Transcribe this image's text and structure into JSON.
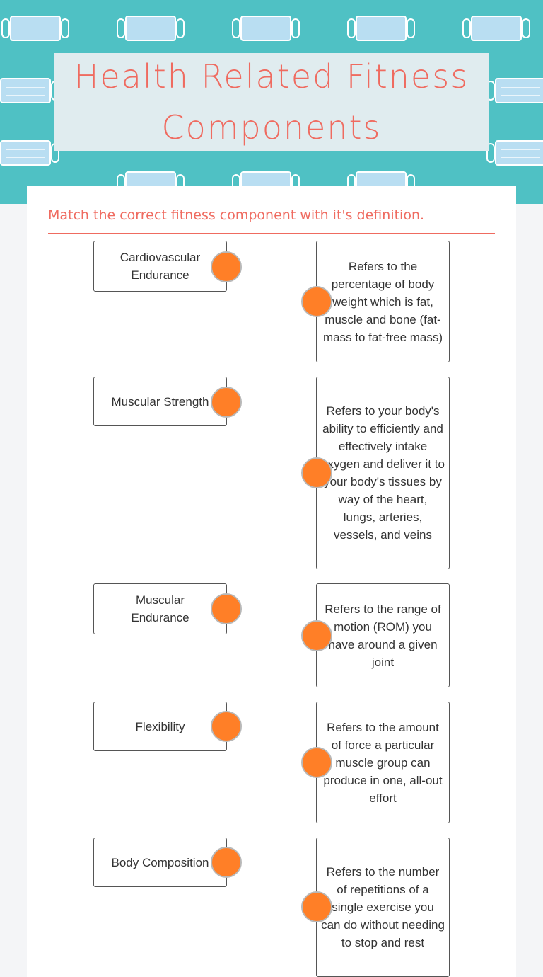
{
  "page": {
    "title": "Health Related Fitness Components",
    "instructions": "Match the correct fitness component with it's definition."
  },
  "left_items": [
    {
      "label": "Cardiovascular Endurance"
    },
    {
      "label": "Muscular Strength"
    },
    {
      "label": "Muscular Endurance"
    },
    {
      "label": "Flexibility"
    },
    {
      "label": "Body Composition"
    }
  ],
  "right_items": [
    {
      "label": "Refers to the percentage of body weight which is fat, muscle and bone (fat-mass to fat-free mass)"
    },
    {
      "label": "Refers to your body's ability to efficiently and effectively intake oxygen and deliver it to your body's tissues by way of the heart, lungs, arteries, vessels, and veins"
    },
    {
      "label": "Refers to the range of motion (ROM) you have around a given joint"
    },
    {
      "label": "Refers to the amount of force a particular muscle group can produce in one, all-out effort"
    },
    {
      "label": "Refers to the number of repetitions of a single exercise you can do without needing to stop and rest"
    }
  ],
  "colors": {
    "header_background": "#4fc1c4",
    "title_color": "#ef6b60",
    "connector_dot": "#ff7f27",
    "mask_pattern": "#b9def2"
  }
}
